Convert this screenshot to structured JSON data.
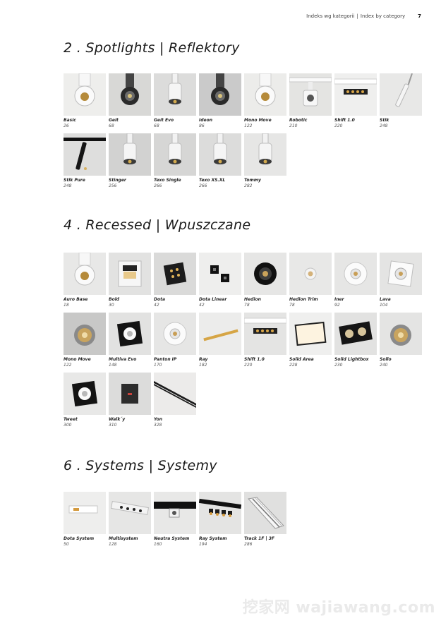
{
  "header": {
    "left": "Indeks wg kategorii",
    "divider": "|",
    "right": "Index by category",
    "page_number": "7"
  },
  "sections": [
    {
      "title": "2 . Spotlights | Reflektory",
      "items": [
        {
          "name": "Basic",
          "page": "26",
          "icon": "round-spot",
          "bg": "#eeeeec"
        },
        {
          "name": "Geit",
          "page": "68",
          "icon": "dark-spot",
          "bg": "#d8d8d6"
        },
        {
          "name": "Geit Evo",
          "page": "68",
          "icon": "cylinder-spot",
          "bg": "#dcdcdb"
        },
        {
          "name": "Ideon",
          "page": "86",
          "icon": "dark-spot",
          "bg": "#cacaca"
        },
        {
          "name": "Mono Move",
          "page": "122",
          "icon": "round-spot",
          "bg": "#ececea"
        },
        {
          "name": "Robotic",
          "page": "210",
          "icon": "track-spot",
          "bg": "#e4e4e2"
        },
        {
          "name": "Shift 1.0",
          "page": "220",
          "icon": "led-bar",
          "bg": "#efefee"
        },
        {
          "name": "Stik",
          "page": "248",
          "icon": "stick",
          "bg": "#e8e8e7"
        },
        {
          "name": "Stik Pure",
          "page": "248",
          "icon": "stick-dark",
          "bg": "#dededd"
        },
        {
          "name": "Stinger",
          "page": "256",
          "icon": "cylinder-spot",
          "bg": "#d2d2d1"
        },
        {
          "name": "Texo Single",
          "page": "266",
          "icon": "cylinder-spot",
          "bg": "#d6d6d5"
        },
        {
          "name": "Texo XS.XL",
          "page": "266",
          "icon": "cylinder-spot",
          "bg": "#dcdcdb"
        },
        {
          "name": "Tommy",
          "page": "282",
          "icon": "cylinder-spot",
          "bg": "#e6e6e5"
        }
      ]
    },
    {
      "title": "4 . Recessed | Wpuszczane",
      "items": [
        {
          "name": "Auro Base",
          "page": "18",
          "icon": "round-spot",
          "bg": "#e8e8e7"
        },
        {
          "name": "Bold",
          "page": "30",
          "icon": "wall-box",
          "bg": "#e2e2e1"
        },
        {
          "name": "Dota",
          "page": "42",
          "icon": "square-led",
          "bg": "#dadad9"
        },
        {
          "name": "Dota Linear",
          "page": "42",
          "icon": "double-square",
          "bg": "#eeeeed"
        },
        {
          "name": "Hedion",
          "page": "78",
          "icon": "round-dark",
          "bg": "#e6e6e5"
        },
        {
          "name": "Hedion Trim",
          "page": "78",
          "icon": "small-round",
          "bg": "#e8e8e7"
        },
        {
          "name": "Iner",
          "page": "92",
          "icon": "round-white",
          "bg": "#e6e6e5"
        },
        {
          "name": "Lava",
          "page": "104",
          "icon": "square-white",
          "bg": "#e4e4e3"
        },
        {
          "name": "Mono Move",
          "page": "122",
          "icon": "round-gold",
          "bg": "#c8c8c7"
        },
        {
          "name": "Multiva Evo",
          "page": "148",
          "icon": "square-dark",
          "bg": "#e2e2e1"
        },
        {
          "name": "Panton IP",
          "page": "170",
          "icon": "round-white",
          "bg": "#e6e6e5"
        },
        {
          "name": "Ray",
          "page": "182",
          "icon": "line-gold",
          "bg": "#ececeb"
        },
        {
          "name": "Shift 1.0",
          "page": "220",
          "icon": "led-bar",
          "bg": "#e4e4e3"
        },
        {
          "name": "Solid Area",
          "page": "228",
          "icon": "panel-glow",
          "bg": "#efefee"
        },
        {
          "name": "Solid Lightbox",
          "page": "230",
          "icon": "double-dark",
          "bg": "#e2e2e1"
        },
        {
          "name": "Sollo",
          "page": "240",
          "icon": "round-gold",
          "bg": "#e4e4e3"
        },
        {
          "name": "Tweet",
          "page": "300",
          "icon": "square-dark",
          "bg": "#e8e8e7"
        },
        {
          "name": "Walk´y",
          "page": "310",
          "icon": "wall-square",
          "bg": "#dcdcdb"
        },
        {
          "name": "Yon",
          "page": "328",
          "icon": "line-dark",
          "bg": "#ecebea"
        }
      ]
    },
    {
      "title": "6 . Systems | Systemy",
      "items": [
        {
          "name": "Dota System",
          "page": "50",
          "icon": "track-gold",
          "bg": "#eeeeed"
        },
        {
          "name": "Multisystem",
          "page": "128",
          "icon": "track-dots",
          "bg": "#e6e6e5"
        },
        {
          "name": "Neutra System",
          "page": "160",
          "icon": "track-black",
          "bg": "#e8e8e7"
        },
        {
          "name": "Ray System",
          "page": "194",
          "icon": "track-pendant",
          "bg": "#e4e4e3"
        },
        {
          "name": "Track 1F | 3F",
          "page": "286",
          "icon": "track-rails",
          "bg": "#e0e0df"
        }
      ]
    }
  ],
  "watermark": "挖家网 wajiawang.com"
}
